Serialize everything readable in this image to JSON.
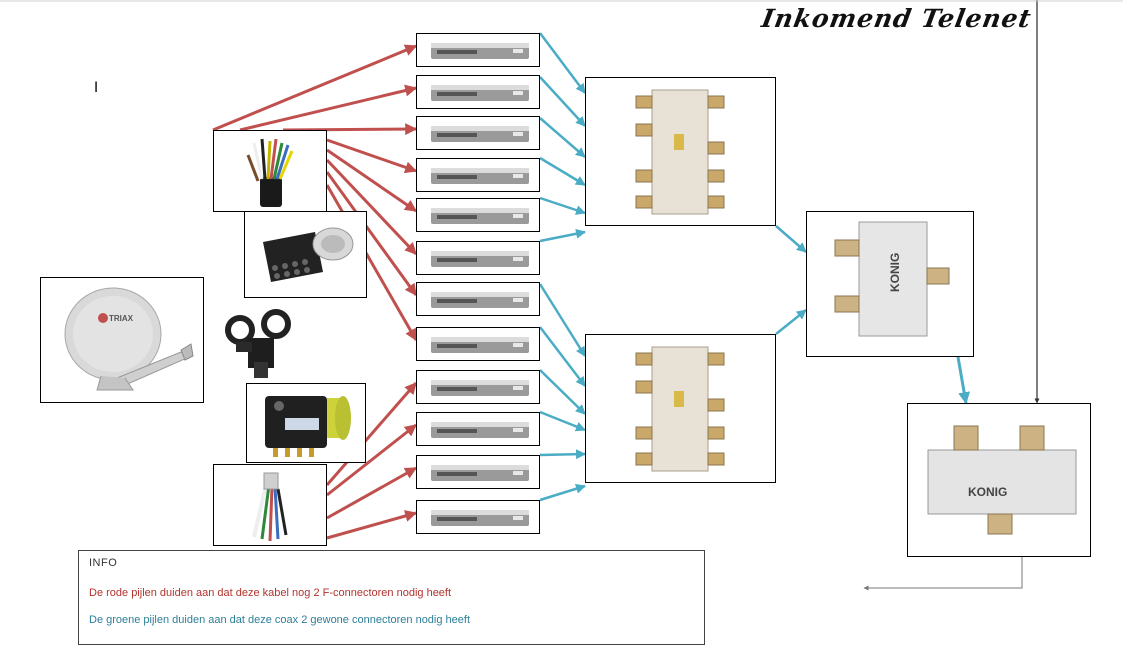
{
  "diagram": {
    "title": "Inkomend Telenet",
    "cursor": "I",
    "components": {
      "dish": "dish-icon",
      "cable_top": "multicore-cable-icon",
      "lnb_octo": "octo-lnb-icon",
      "mount": "lnb-mount-bracket-icon",
      "lnb_quad": "quad-lnb-icon",
      "cable_bottom": "multicore-cable-icon",
      "receivers": 12,
      "splitter_top": "8-way-splitter-icon",
      "splitter_bottom": "8-way-splitter-icon",
      "combiner": "2-way-combiner-icon",
      "splitter_final": "2-way-splitter-icon"
    },
    "dish_brand": "TRIAX",
    "splitter_brand": "KONIG"
  },
  "info": {
    "heading": "INFO",
    "line_red": "De rode pijlen duiden aan dat deze kabel nog 2 F-connectoren nodig heeft",
    "line_blue": "De groene pijlen duiden aan dat deze coax 2 gewone connectoren nodig heeft"
  },
  "colors": {
    "red_arrow": "#c0504d",
    "blue_arrow": "#4bacc6",
    "black_line": "#000000"
  }
}
